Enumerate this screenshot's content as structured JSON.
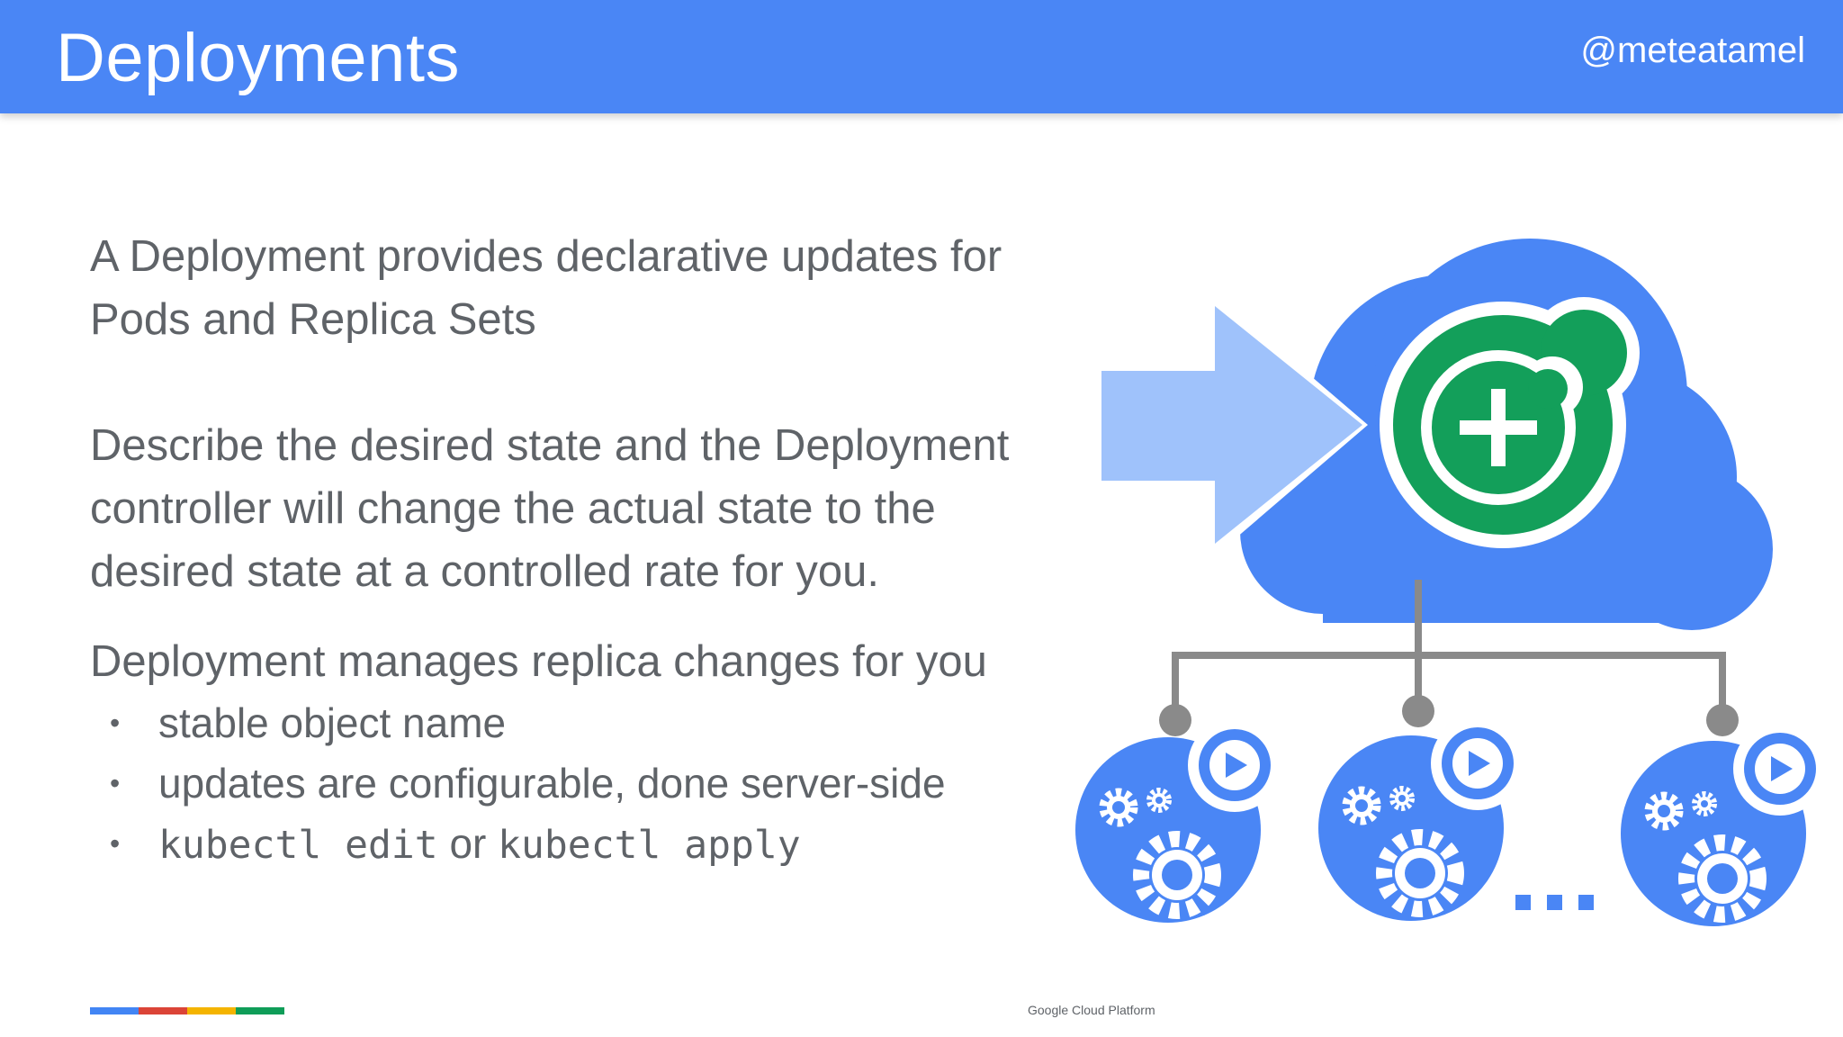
{
  "header": {
    "title": "Deployments",
    "handle": "@meteatamel",
    "background_color": "#4a86f5"
  },
  "content": {
    "paragraph1": "A Deployment provides declarative updates for Pods and Replica Sets",
    "paragraph2": "Describe the desired state and the Deployment controller will change the actual state to the desired state at a controlled rate for you.",
    "paragraph3": "Deployment manages replica changes for you",
    "bullet_marker": "•",
    "bullets": {
      "item1": "stable object name",
      "item2": "updates are configurable, done server-side",
      "item3_code1": "kubectl edit",
      "item3_or": " or ",
      "item3_code2": "kubectl apply"
    }
  },
  "footer": {
    "platform": "Google Cloud Platform",
    "brand_colors": [
      "#4285f4",
      "#db4437",
      "#f4b400",
      "#0f9d58"
    ]
  },
  "diagram": {
    "cloud_color": "#4a86f5",
    "arrow_color": "#9fc2fb",
    "deployment_icon_color": "#139f5a",
    "connector_color": "#8a8a8a",
    "icons": [
      "cloud-icon",
      "arrow-right-icon",
      "deployment-plus-icon",
      "pod-gears-icon",
      "play-icon",
      "ellipsis-icon"
    ]
  }
}
